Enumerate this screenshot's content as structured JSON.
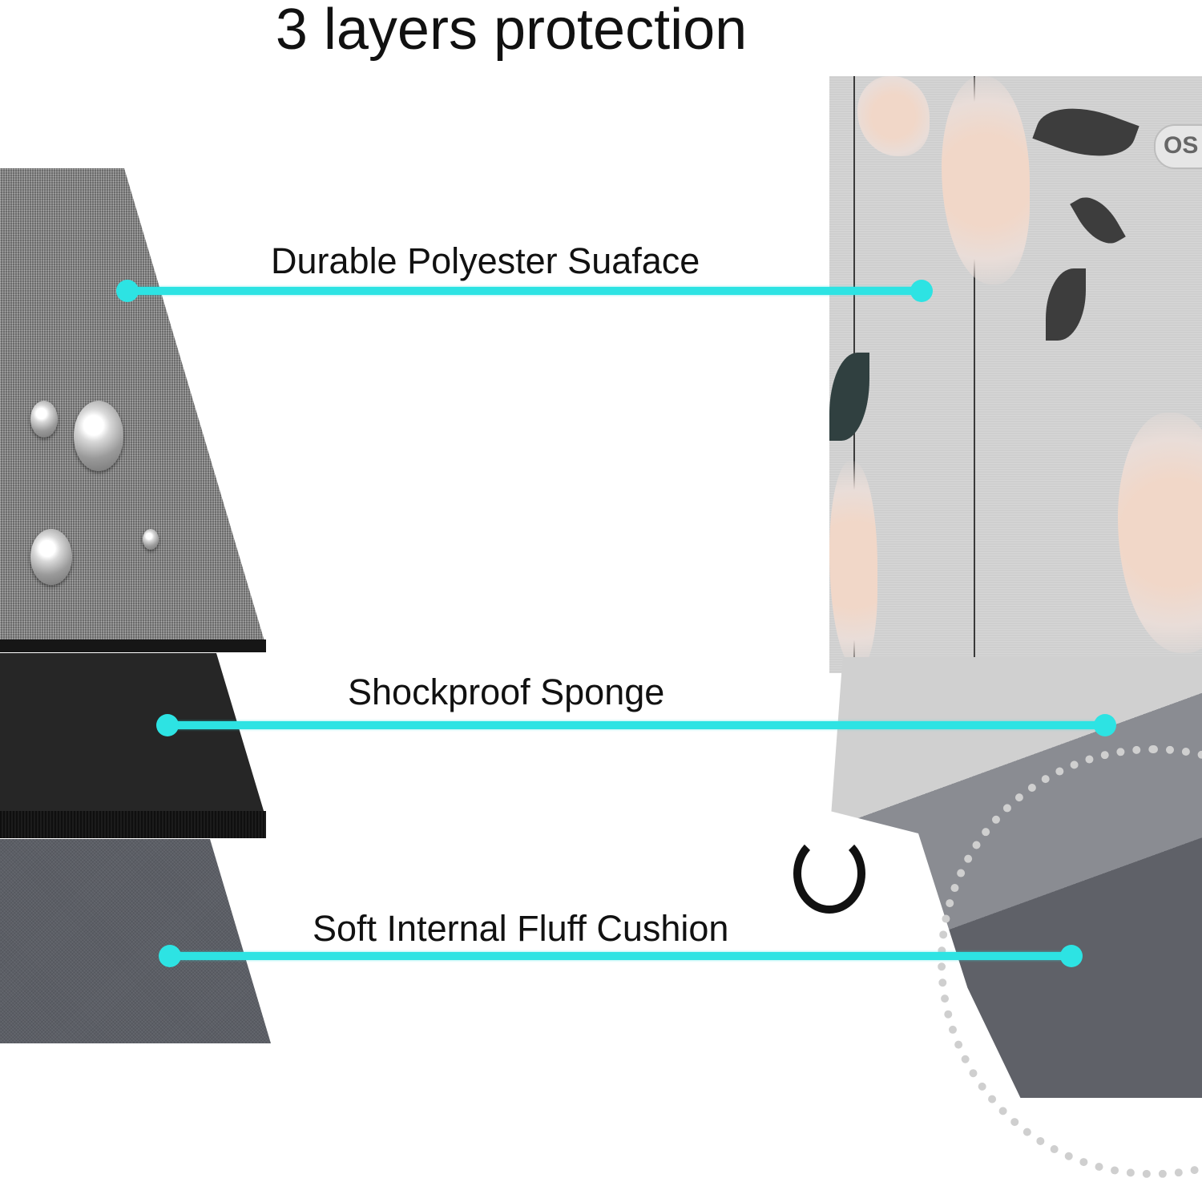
{
  "title": "3 layers protection",
  "accent_color": "#2DE3E3",
  "layers": [
    {
      "label": "Durable Polyester Suaface",
      "material": "polyester-fabric"
    },
    {
      "label": "Shockproof Sponge",
      "material": "sponge"
    },
    {
      "label": "Soft Internal Fluff Cushion",
      "material": "fluff-lining"
    }
  ],
  "product": {
    "logo_text": "OS"
  }
}
